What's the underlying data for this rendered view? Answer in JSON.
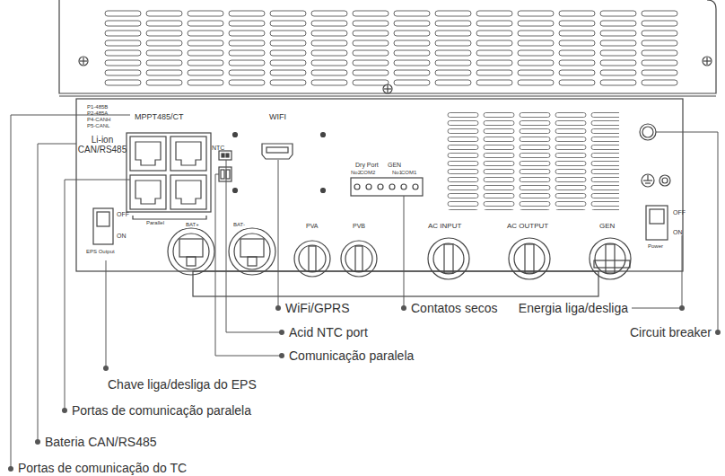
{
  "diagram": {
    "labels": [
      "P1-485B",
      "P2-485A",
      "P4-CANH",
      "P5-CANL",
      "MPPT485/CT",
      "WIFI",
      "Li-ion CAN/RS485",
      "NTC",
      "Dry Port",
      "GEN",
      "No2",
      "COM2",
      "No1",
      "COM1",
      "Parallel",
      "BAT+",
      "BAT-",
      "PVA",
      "PVB",
      "AC INPUT",
      "AC OUTPUT",
      "GEN",
      "OFF",
      "ON",
      "EPS Output",
      "OFF",
      "ON",
      "Power",
      "WiFi/GPRS",
      "Contatos secos",
      "Energia liga/desliga",
      "Acid NTC port",
      "Circuit breaker",
      "Comunicação paralela",
      "Chave liga/desliga do EPS",
      "Portas de comunicação paralela",
      "Bateria CAN/RS485",
      "Portas de comunicação do TC"
    ]
  }
}
